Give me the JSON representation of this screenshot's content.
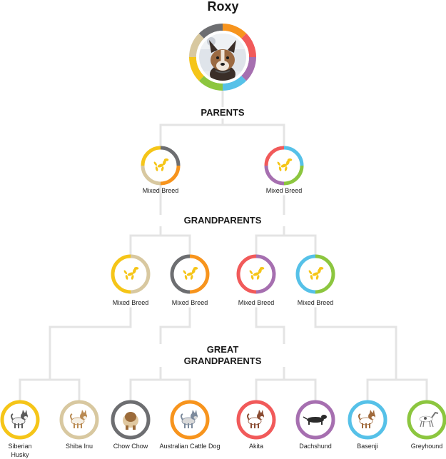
{
  "dog": {
    "name": "Roxy",
    "photo_alt": "Roxy photo"
  },
  "sections": {
    "parents": "PARENTS",
    "grandparents": "GRANDPARENTS",
    "great_grandparents_line1": "GREAT",
    "great_grandparents_line2": "GRANDPARENTS"
  },
  "colors": {
    "line": "#e4e4e4",
    "yellow": "#f5c518",
    "orange": "#f7941d",
    "red": "#f15a5a",
    "purple": "#a66fb0",
    "blue": "#56c1e8",
    "green": "#8cc63f",
    "gray": "#6d6e71",
    "tan": "#d8c8a0",
    "balloon": "#f5c518"
  },
  "subject_ring_colors": [
    "orange",
    "red",
    "purple",
    "blue",
    "green",
    "yellow",
    "tan",
    "gray"
  ],
  "parents": [
    {
      "label": "Mixed Breed",
      "ring": [
        "gray",
        "orange",
        "tan",
        "yellow"
      ],
      "icon": "balloon-dog-icon"
    },
    {
      "label": "Mixed Breed",
      "ring": [
        "blue",
        "green",
        "purple",
        "red"
      ],
      "icon": "balloon-dog-icon"
    }
  ],
  "grandparents": [
    {
      "label": "Mixed Breed",
      "ring": [
        "tan",
        "yellow"
      ],
      "icon": "balloon-dog-icon"
    },
    {
      "label": "Mixed Breed",
      "ring": [
        "orange",
        "gray"
      ],
      "icon": "balloon-dog-icon"
    },
    {
      "label": "Mixed Breed",
      "ring": [
        "purple",
        "red"
      ],
      "icon": "balloon-dog-icon"
    },
    {
      "label": "Mixed Breed",
      "ring": [
        "green",
        "blue"
      ],
      "icon": "balloon-dog-icon"
    }
  ],
  "great_grandparents": [
    {
      "label": "Siberian\nHusky",
      "ring": [
        "yellow"
      ],
      "icon": "siberian-husky-icon"
    },
    {
      "label": "Shiba Inu",
      "ring": [
        "tan"
      ],
      "icon": "shiba-inu-icon"
    },
    {
      "label": "Chow Chow",
      "ring": [
        "gray"
      ],
      "icon": "chow-chow-icon"
    },
    {
      "label": "Australian Cattle Dog",
      "ring": [
        "orange"
      ],
      "icon": "australian-cattle-dog-icon"
    },
    {
      "label": "Akita",
      "ring": [
        "red"
      ],
      "icon": "akita-icon"
    },
    {
      "label": "Dachshund",
      "ring": [
        "purple"
      ],
      "icon": "dachshund-icon"
    },
    {
      "label": "Basenji",
      "ring": [
        "blue"
      ],
      "icon": "basenji-icon"
    },
    {
      "label": "Greyhound",
      "ring": [
        "green"
      ],
      "icon": "greyhound-icon"
    }
  ]
}
